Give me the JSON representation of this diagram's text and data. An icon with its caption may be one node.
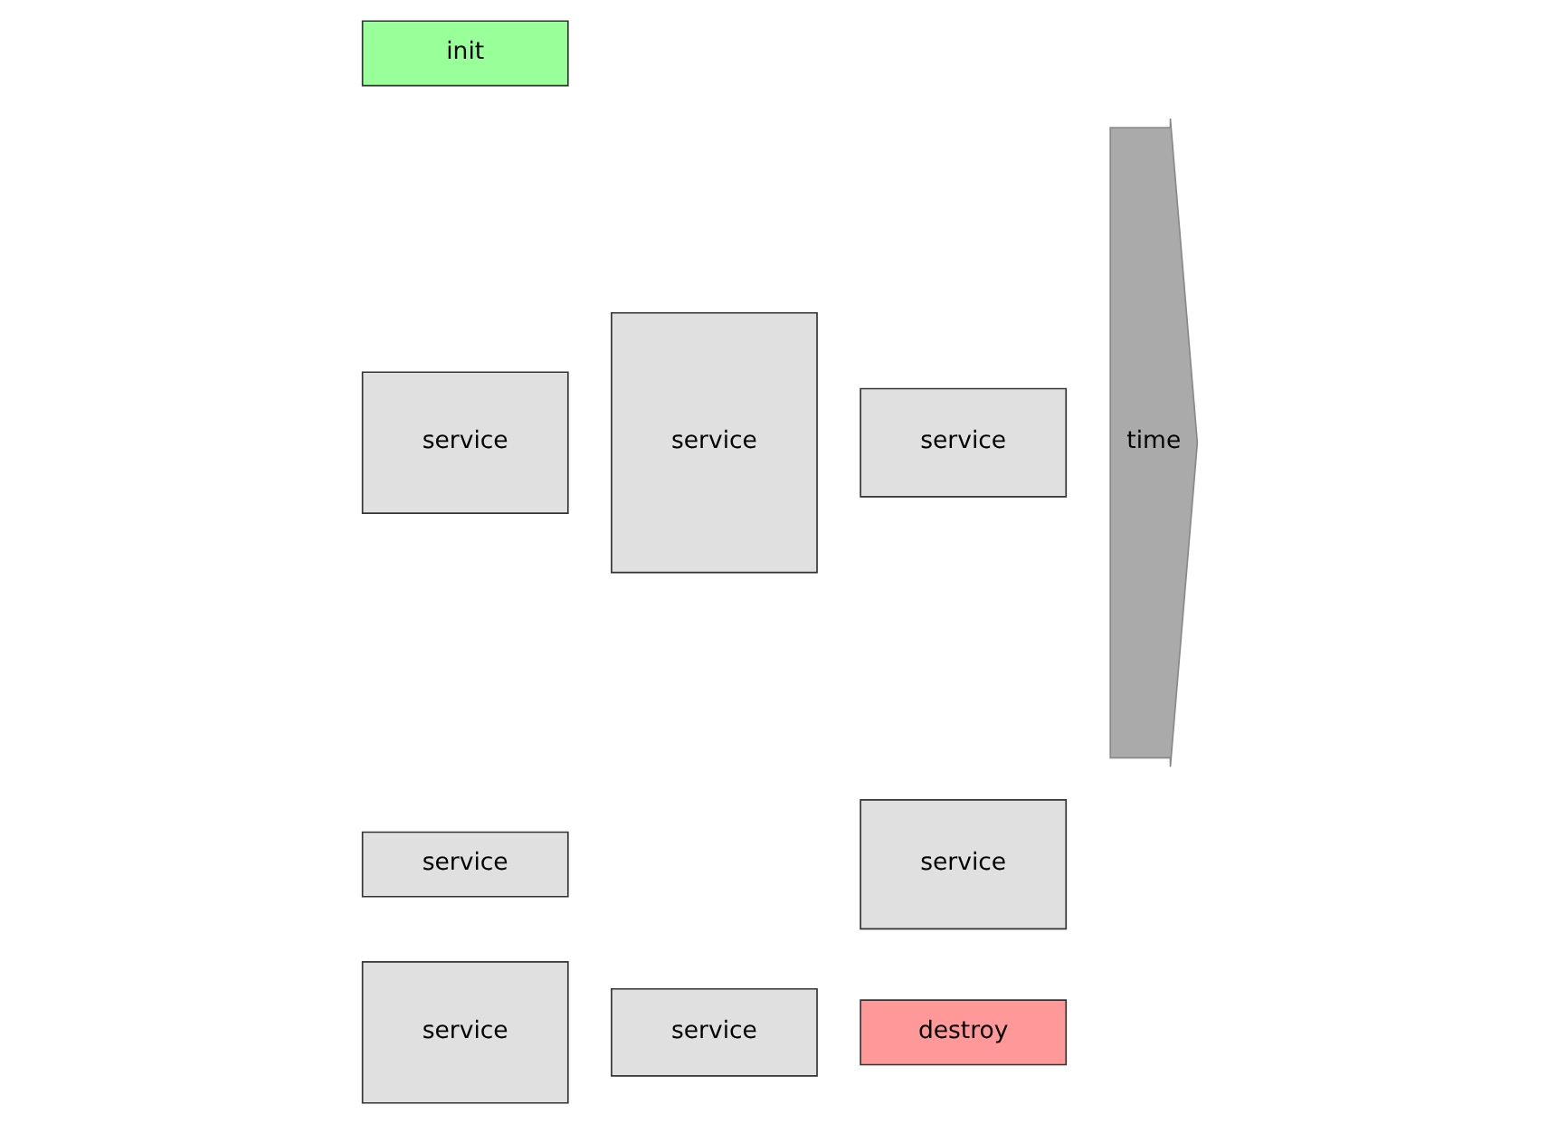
{
  "diagram": {
    "nodes": [
      {
        "text": [
          "init"
        ]
      },
      {
        "text": [
          "service"
        ]
      },
      {
        "text": [
          "service"
        ]
      },
      {
        "text": [
          "service"
        ]
      },
      {
        "text": [
          "service"
        ]
      },
      {
        "text": [
          "service"
        ]
      },
      {
        "text": [
          "service"
        ]
      },
      {
        "text": [
          "service"
        ]
      },
      {
        "text": [
          "destroy"
        ]
      }
    ],
    "edges": [],
    "labels": [
      "time"
    ]
  }
}
